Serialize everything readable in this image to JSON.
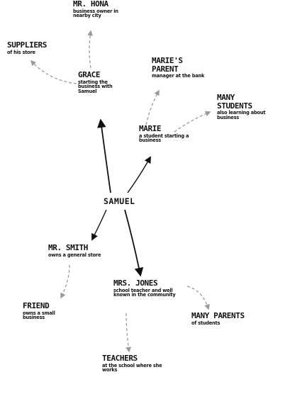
{
  "diagram": {
    "colors": {
      "ink": "#111111",
      "dashed_arrow": "#9a9a9a",
      "background": "#ffffff"
    },
    "center": {
      "name": "SAMUEL"
    },
    "nodes": {
      "mr_hona": {
        "name": "MR. HONA",
        "desc": "business owner in nearby city"
      },
      "suppliers": {
        "name": "SUPPLIERS",
        "desc": "of his store"
      },
      "grace": {
        "name": "GRACE",
        "desc": "starting the business with Samuel"
      },
      "maries_parent": {
        "name": "MARIE'S PARENT",
        "desc": "manager at the bank"
      },
      "many_students": {
        "name": "MANY STUDENTS",
        "desc": "also learning about business"
      },
      "marie": {
        "name": "MARIE",
        "desc": "a student starting a business"
      },
      "mr_smith": {
        "name": "MR. SMITH",
        "desc": "owns a general store"
      },
      "friend": {
        "name": "FRIEND",
        "desc": "owns a small business"
      },
      "mrs_jones": {
        "name": "MRS. JONES",
        "desc": "school teacher and well known in the community"
      },
      "many_parents": {
        "name": "MANY PARENTS",
        "desc": "of students"
      },
      "teachers": {
        "name": "TEACHERS",
        "desc": "at the school where she works"
      }
    }
  }
}
